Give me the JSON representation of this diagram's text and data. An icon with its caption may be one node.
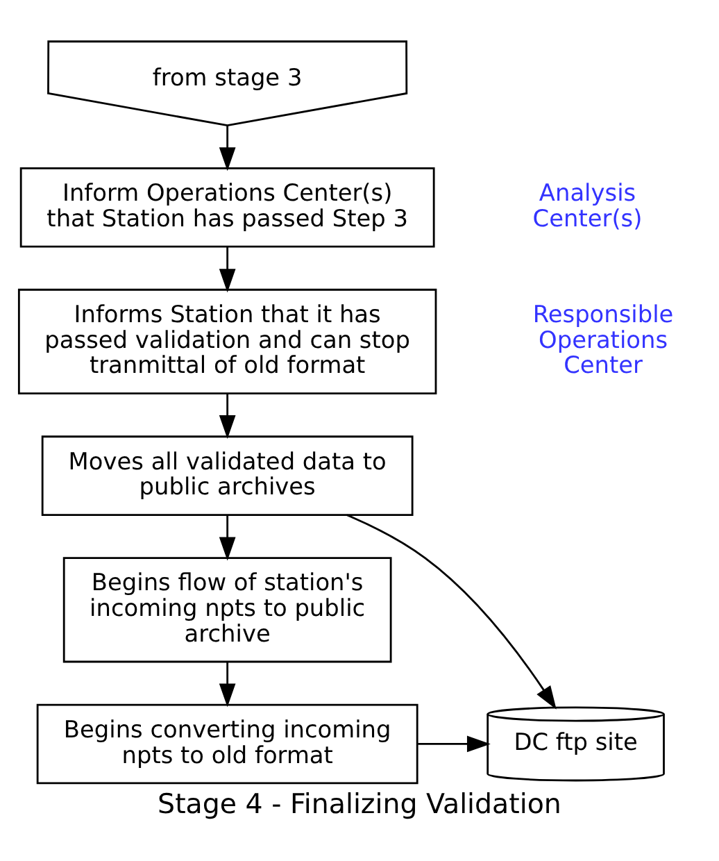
{
  "diagram": {
    "caption": "Stage 4 - Finalizing Validation",
    "nodes": [
      {
        "text": [
          "from stage 3"
        ]
      },
      {
        "text": [
          "Inform Operations Center(s) that Station has passed Step 3"
        ]
      },
      {
        "text": [
          "Informs Station that it has passed validation and can stop tranmittal of old format"
        ]
      },
      {
        "text": [
          "Moves all validated data to public archives"
        ]
      },
      {
        "text": [
          "Begins flow of station's incoming npts to public archive"
        ]
      },
      {
        "text": [
          "Begins converting incoming npts to old format"
        ]
      },
      {
        "text": [
          "DC ftp site"
        ]
      }
    ],
    "edges": [
      {
        "from": 0,
        "to": 1,
        "arrow": "to"
      },
      {
        "from": 1,
        "to": 2,
        "arrow": "to"
      },
      {
        "from": 2,
        "to": 3,
        "arrow": "to"
      },
      {
        "from": 3,
        "to": 4,
        "arrow": "to"
      },
      {
        "from": 4,
        "to": 5,
        "arrow": "to"
      },
      {
        "from": 5,
        "to": 6,
        "arrow": "to"
      },
      {
        "from": 3,
        "to": 6,
        "arrow": "to"
      }
    ],
    "labels": [
      "Analysis Center(s)",
      "Responsible Operations Center"
    ]
  }
}
